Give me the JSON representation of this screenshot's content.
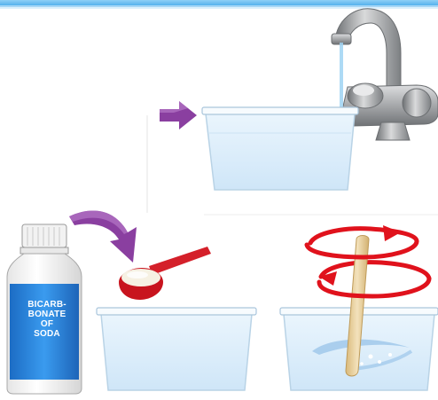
{
  "bottle_label": {
    "line1": "BICARB-",
    "line2": "BONATE",
    "line3": "OF",
    "line4": "SODA"
  },
  "colors": {
    "top_banner": "#5bb8ef",
    "water": "#d7ecfb",
    "container_edge": "#b9d3e6",
    "arrow_purple": "#8a3fa0",
    "spoon_red": "#d4202a",
    "swirl_red": "#e0121c",
    "stick": "#e8cf9a",
    "bottle_label": "#2a7fd6",
    "faucet_metal": "#a7a9ac"
  },
  "icons": [
    "faucet-icon",
    "bottle-icon",
    "spoon-icon",
    "stirring-stick-icon",
    "curved-arrow-icon",
    "right-arrow-icon"
  ]
}
